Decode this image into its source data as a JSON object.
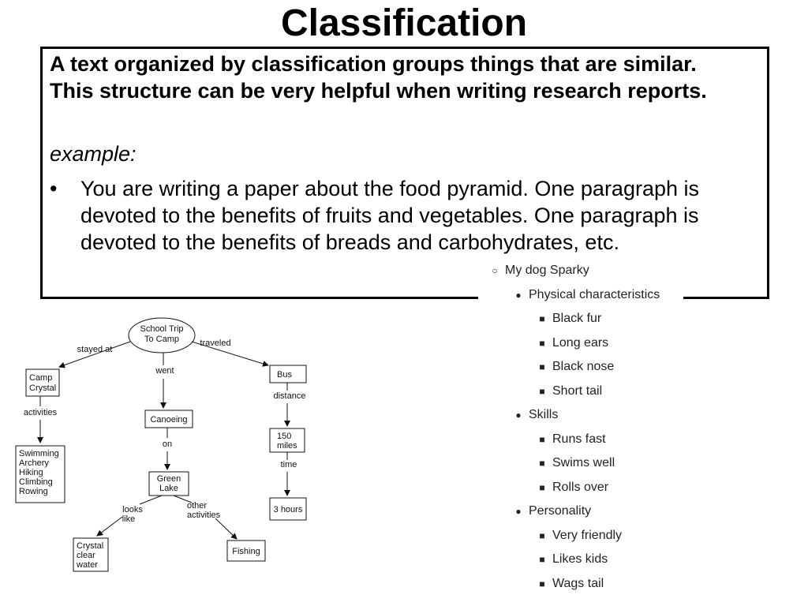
{
  "title": "Classification",
  "intro": "A text organized by classification groups things that are similar. This structure can be very helpful when writing research reports.",
  "example_label": "example:",
  "bullet_marker": "•",
  "bullet_text": "You are writing a paper about the food pyramid. One paragraph is devoted to the benefits of fruits and vegetables. One paragraph is devoted to the benefits of breads and carbohydrates, etc.",
  "outline": {
    "root": "My dog Sparky",
    "groups": [
      {
        "label": "Physical characteristics",
        "items": [
          "Black fur",
          "Long ears",
          "Black nose",
          "Short tail"
        ]
      },
      {
        "label": "Skills",
        "items": [
          "Runs fast",
          "Swims well",
          "Rolls over"
        ]
      },
      {
        "label": "Personality",
        "items": [
          "Very friendly",
          "Likes kids",
          "Wags tail"
        ]
      }
    ]
  },
  "concept_map": {
    "center": [
      "School Trip",
      "To Camp"
    ],
    "links": {
      "stayed_at": "stayed at",
      "went": "went",
      "traveled": "traveled",
      "activities": "activities",
      "on": "on",
      "distance": "distance",
      "time": "time",
      "looks_like": [
        "looks",
        "like"
      ],
      "other_activities": [
        "other",
        "activities"
      ]
    },
    "nodes": {
      "camp": [
        "Camp",
        "Crystal"
      ],
      "activities_list": [
        "Swimming",
        "Archery",
        "Hiking",
        "Climbing",
        "Rowing"
      ],
      "canoeing": "Canoeing",
      "green_lake": [
        "Green",
        "Lake"
      ],
      "crystal_water": [
        "Crystal",
        "clear",
        "water"
      ],
      "fishing": "Fishing",
      "bus": "Bus",
      "miles": [
        "150",
        "miles"
      ],
      "hours": "3 hours"
    }
  }
}
